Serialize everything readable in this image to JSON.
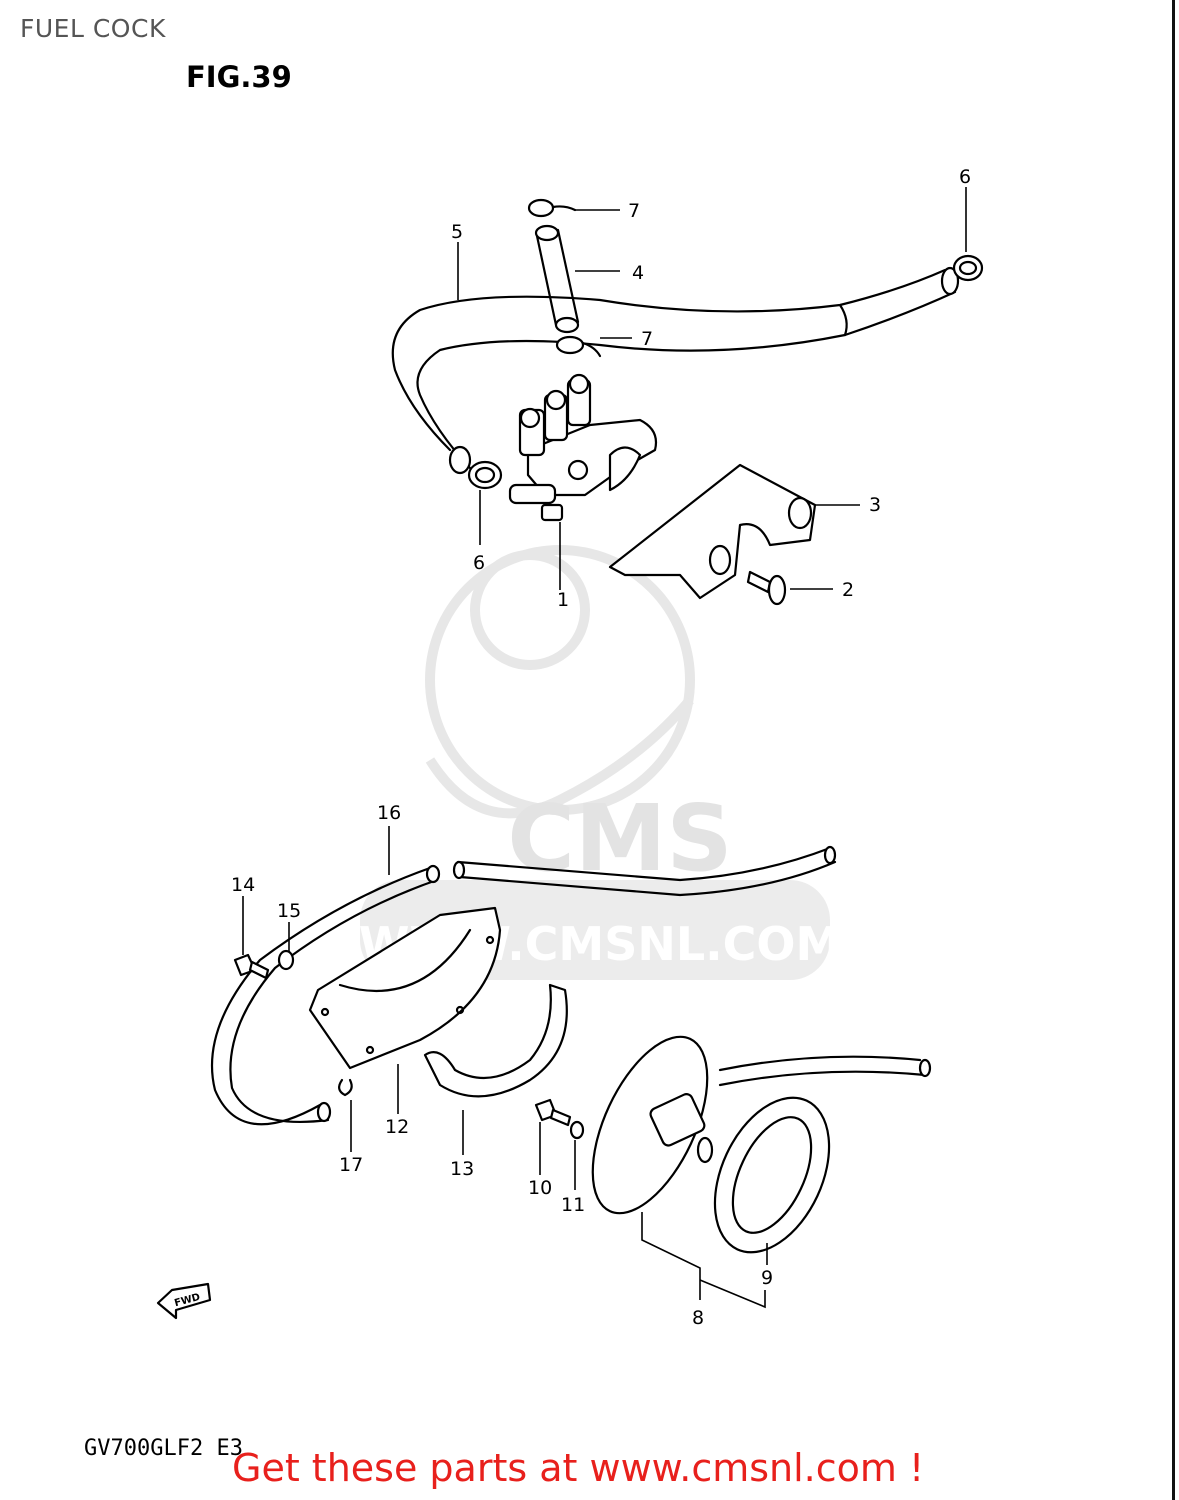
{
  "header": {
    "title": "FUEL COCK",
    "figure": "FIG.39"
  },
  "footer": {
    "model": "GV700GLF2 E3",
    "cta": "Get these parts at www.cmsnl.com !"
  },
  "watermark": {
    "brand": "CMS",
    "url": "WWW.CMSNL.COM"
  },
  "fwd_marker": "FWD",
  "callouts": [
    {
      "id": "c1",
      "label": "1"
    },
    {
      "id": "c2",
      "label": "2"
    },
    {
      "id": "c3",
      "label": "3"
    },
    {
      "id": "c4",
      "label": "4"
    },
    {
      "id": "c5",
      "label": "5"
    },
    {
      "id": "c6a",
      "label": "6"
    },
    {
      "id": "c6b",
      "label": "6"
    },
    {
      "id": "c7a",
      "label": "7"
    },
    {
      "id": "c7b",
      "label": "7"
    },
    {
      "id": "c8",
      "label": "8"
    },
    {
      "id": "c9",
      "label": "9"
    },
    {
      "id": "c10",
      "label": "10"
    },
    {
      "id": "c11",
      "label": "11"
    },
    {
      "id": "c12",
      "label": "12"
    },
    {
      "id": "c13",
      "label": "13"
    },
    {
      "id": "c14",
      "label": "14"
    },
    {
      "id": "c15",
      "label": "15"
    },
    {
      "id": "c16",
      "label": "16"
    },
    {
      "id": "c17",
      "label": "17"
    }
  ]
}
